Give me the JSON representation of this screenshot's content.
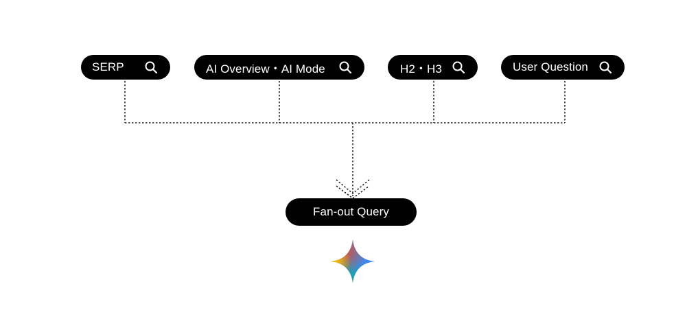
{
  "nodes": {
    "serp": {
      "label": "SERP",
      "icon": "search-icon"
    },
    "ai_overview": {
      "label": "AI Overview・AI Mode",
      "icon": "search-icon"
    },
    "h2_h3": {
      "label": "H2・H3",
      "icon": "search-icon"
    },
    "user_question": {
      "label": "User Question",
      "icon": "search-icon"
    },
    "fanout": {
      "label": "Fan-out Query"
    }
  },
  "edges": [
    {
      "from": "serp",
      "to": "fanout",
      "style": "dotted"
    },
    {
      "from": "ai_overview",
      "to": "fanout",
      "style": "dotted"
    },
    {
      "from": "h2_h3",
      "to": "fanout",
      "style": "dotted"
    },
    {
      "from": "user_question",
      "to": "fanout",
      "style": "dotted"
    }
  ],
  "logo": {
    "icon": "gemini-sparkle-icon"
  },
  "colors": {
    "pill_background": "#000000",
    "pill_text": "#ffffff",
    "connector": "#222222",
    "sparkle": [
      "#ea4335",
      "#fbbc04",
      "#34a853",
      "#4285f4"
    ]
  }
}
